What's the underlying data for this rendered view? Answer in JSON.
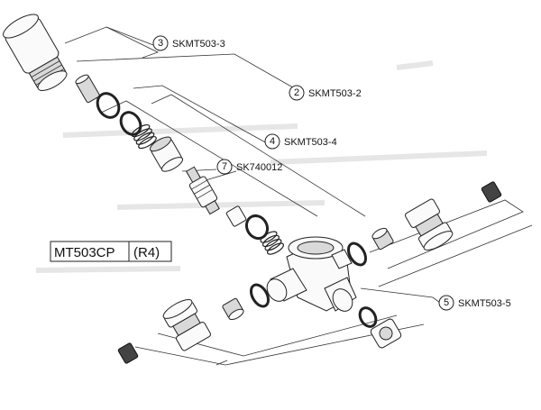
{
  "model": {
    "code": "MT503CP",
    "variant": "(R4)"
  },
  "callouts": [
    {
      "number": "3",
      "part": "SKMT503-3"
    },
    {
      "number": "2",
      "part": "SKMT503-2"
    },
    {
      "number": "4",
      "part": "SKMT503-4"
    },
    {
      "number": "7",
      "part": "SK740012"
    },
    {
      "number": "5",
      "part": "SKMT503-5"
    }
  ]
}
